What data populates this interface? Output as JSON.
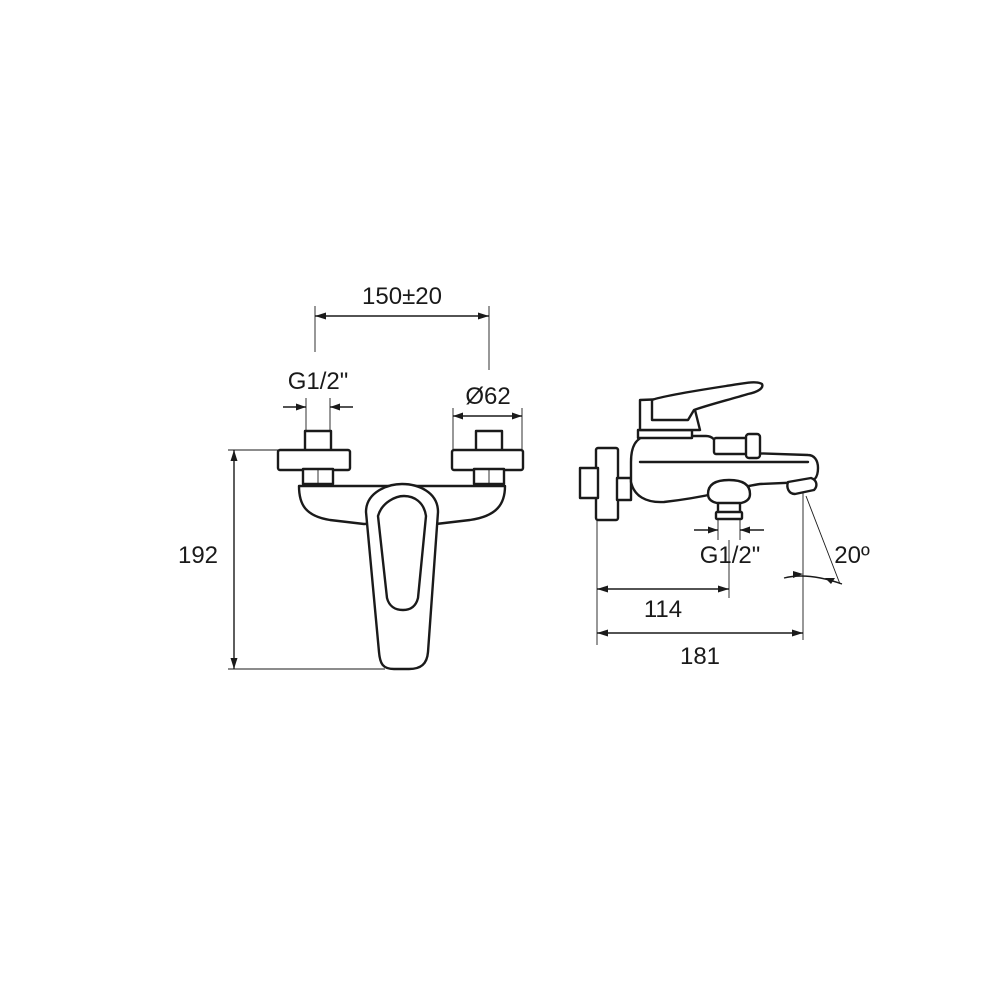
{
  "front_view": {
    "spacing_label": "150±20",
    "inlet_thread_label": "G1/2\"",
    "escutcheon_diameter_label": "Ø62",
    "height_label": "192"
  },
  "side_view": {
    "outlet_thread_label": "G1/2\"",
    "angle_label": "20º",
    "outlet_offset_label": "114",
    "projection_label": "181"
  },
  "colors": {
    "line": "#1a1a1a",
    "background": "#ffffff"
  }
}
